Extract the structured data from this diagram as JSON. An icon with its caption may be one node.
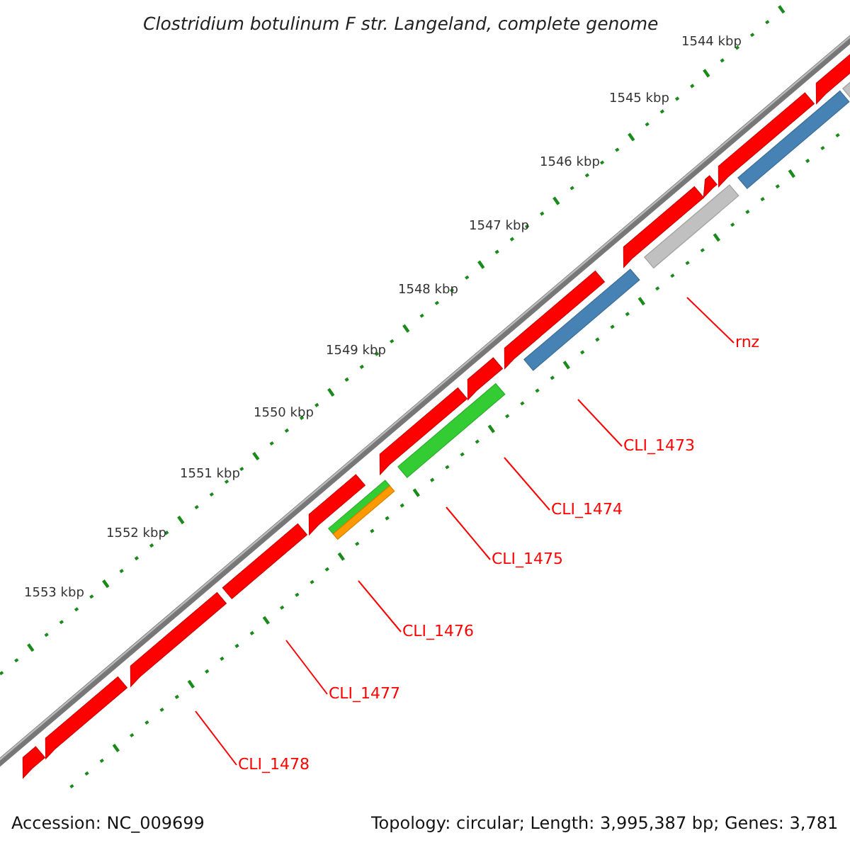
{
  "diagram": {
    "title": "Clostridium botulinum F str. Langeland, complete genome",
    "nodes": [
      {
        "text": [
          "rnz"
        ]
      },
      {
        "text": [
          "CLI_1473"
        ]
      },
      {
        "text": [
          "CLI_1474"
        ]
      },
      {
        "text": [
          "CLI_1475"
        ]
      },
      {
        "text": [
          "CLI_1476"
        ]
      },
      {
        "text": [
          "CLI_1477"
        ]
      },
      {
        "text": [
          "CLI_1478"
        ]
      }
    ],
    "edges": [
      {
        "from": 0,
        "to": null,
        "arrow": "none"
      },
      {
        "from": 1,
        "to": null,
        "arrow": "none"
      },
      {
        "from": 2,
        "to": null,
        "arrow": "none"
      },
      {
        "from": 3,
        "to": null,
        "arrow": "none"
      },
      {
        "from": 4,
        "to": null,
        "arrow": "none"
      },
      {
        "from": 5,
        "to": null,
        "arrow": "none"
      },
      {
        "from": 6,
        "to": null,
        "arrow": "none"
      }
    ],
    "labels": [
      "1544 kbp",
      "1545 kbp",
      "1546 kbp",
      "1547 kbp",
      "1548 kbp",
      "1549 kbp",
      "1550 kbp",
      "1551 kbp",
      "1552 kbp",
      "1553 kbp",
      "Accession: NC_009699",
      "Topology: circular; Length: 3,995,387 bp; Genes: 3,781"
    ]
  }
}
